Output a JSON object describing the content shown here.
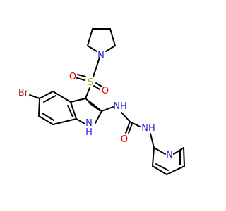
{
  "molecule": {
    "colors": {
      "bond": "#000000",
      "carbon": "#000000",
      "nitrogen": "#1e1edc",
      "oxygen": "#e60000",
      "sulfur": "#b8a000",
      "bromine": "#a52a2a"
    },
    "atom_labels": {
      "bromine": "Br",
      "sulfonyl_sulfur": "S",
      "sulfonyl_oxygen_top": "O",
      "sulfonyl_oxygen_bottom": "O",
      "pyrrolidine_nitrogen": "N",
      "indole_nh_n": "N",
      "indole_nh_h": "H",
      "urea_nh_1": "NH",
      "urea_oxygen": "O",
      "urea_nh_2": "NH",
      "pyridine_nitrogen": "N"
    }
  }
}
